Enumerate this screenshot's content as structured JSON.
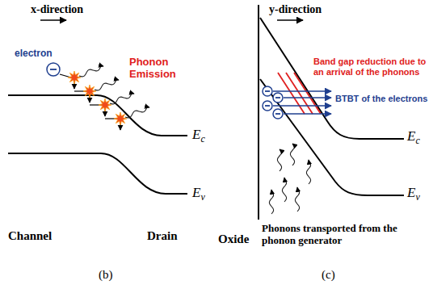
{
  "diagram": {
    "labels": [
      "x-direction",
      "electron",
      "Phonon Emission",
      "Ec",
      "Ev",
      "Channel",
      "Drain",
      "(b)",
      "y-direction",
      "Band gap reduction due to an arrival of the phonons",
      "BTBT of the electrons",
      "Ec",
      "Ev",
      "Oxide",
      "Phonons transported from the phonon generator",
      "(c)"
    ]
  }
}
